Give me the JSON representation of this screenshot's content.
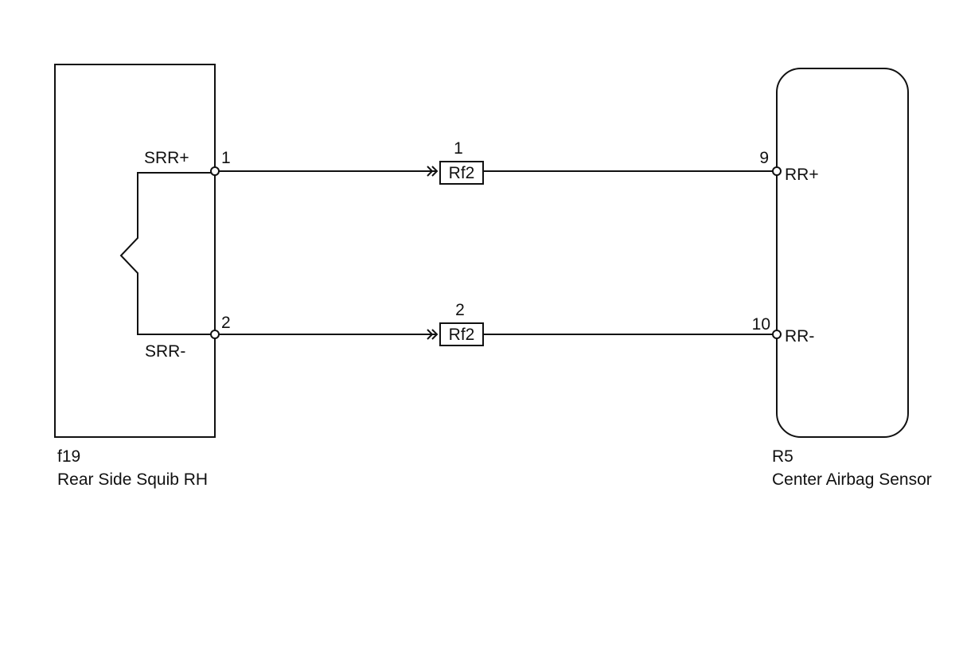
{
  "left_component": {
    "code": "f19",
    "name": "Rear Side Squib RH",
    "terminals": [
      {
        "pin": "1",
        "signal": "SRR+"
      },
      {
        "pin": "2",
        "signal": "SRR-"
      }
    ]
  },
  "right_component": {
    "code": "R5",
    "name": "Center Airbag Sensor",
    "terminals": [
      {
        "pin": "9",
        "signal": "RR+"
      },
      {
        "pin": "10",
        "signal": "RR-"
      }
    ]
  },
  "connectors": [
    {
      "pin": "1",
      "label": "Rf2"
    },
    {
      "pin": "2",
      "label": "Rf2"
    }
  ]
}
